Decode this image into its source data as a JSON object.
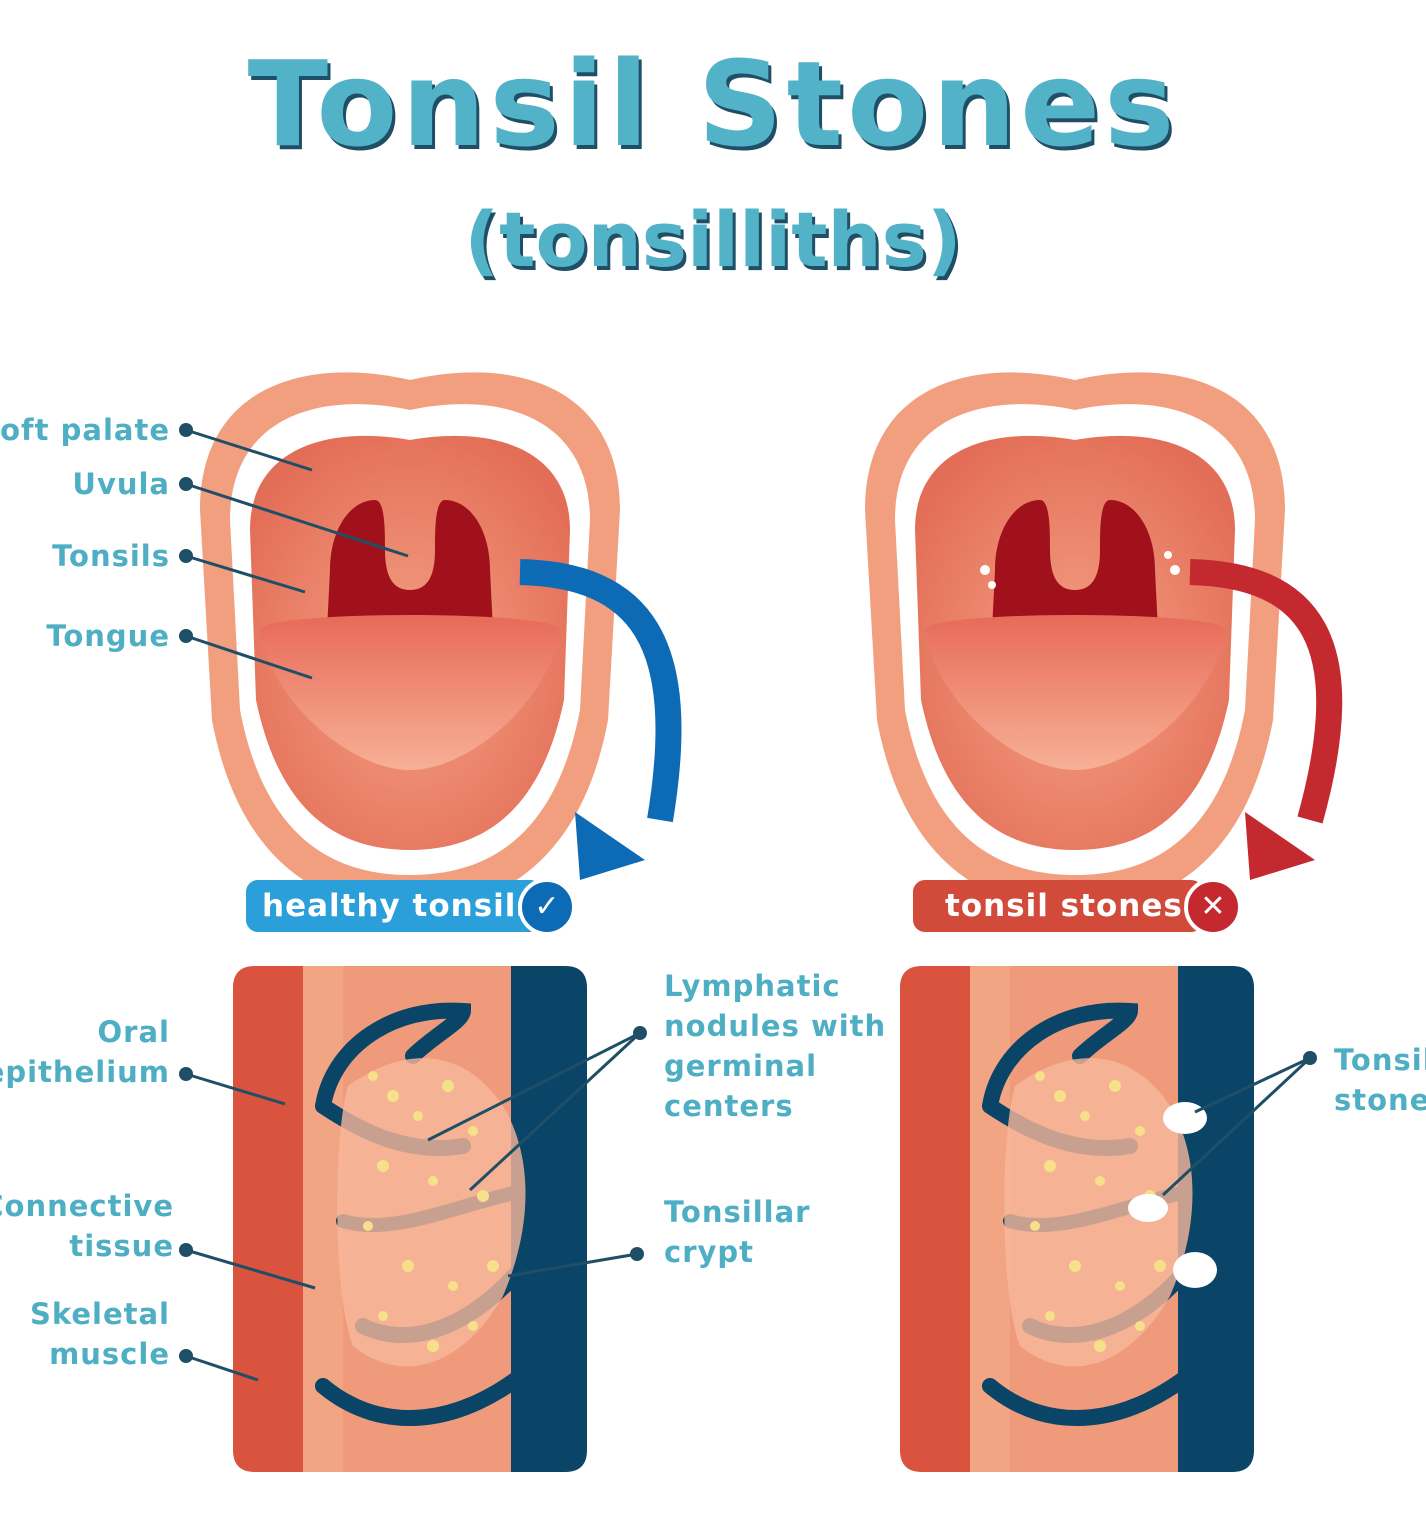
{
  "header": {
    "title": "Tonsil Stones",
    "subtitle": "(tonsilliths)"
  },
  "labels": {
    "soft_palate": "Soft palate",
    "uvula": "Uvula",
    "tonsils": "Tonsils",
    "tongue": "Tongue",
    "oral_epithelium": [
      "Oral",
      "epithelium"
    ],
    "connective_tissue": [
      "Connective",
      "tissue"
    ],
    "skeletal_muscle": [
      "Skeletal",
      "muscle"
    ],
    "lymphatic_nodules": [
      "Lymphatic",
      "nodules with",
      "germinal",
      "centers"
    ],
    "tonsillar_crypt": [
      "Tonsillar",
      "crypt"
    ],
    "tonsil_stones": [
      "Tonsil",
      "stones"
    ]
  },
  "badges": {
    "healthy": "healthy tonsils",
    "stones": "tonsil stones"
  },
  "icons": {
    "healthy": "check-circle-icon",
    "stones": "x-circle-icon"
  },
  "colors": {
    "title": "#52b2c8",
    "label": "#4eaec4",
    "line": "#1f4f66",
    "healthy": "#2b9fd9",
    "healthy_arrow": "#0d6ab5",
    "stones": "#d24b3a",
    "stones_arrow": "#c3292f",
    "lip": "#f29f7f",
    "throat": "#a0111c",
    "panel_dark": "#0a4466"
  }
}
